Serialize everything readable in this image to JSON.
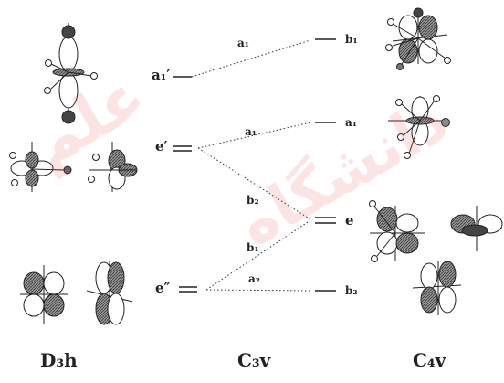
{
  "levels": {
    "d3h": {
      "a1p": "a₁′",
      "ep": "e′",
      "epp": "e″"
    },
    "c2v": {
      "b1_top": "b₁",
      "a1_mid": "a₁",
      "e_mid": "e",
      "b2_bot": "b₂"
    },
    "connectors": {
      "a1_top": "a₁",
      "a1_mid": "a₁",
      "b2": "b₂",
      "b1": "b₁",
      "a2": "a₂"
    }
  },
  "groups": {
    "left": "D₃h",
    "center": "C₃v",
    "right": "C₄v"
  },
  "watermark": {
    "word1": "دانشگاه",
    "word2": "علم"
  },
  "colors": {
    "ink": "#222222",
    "orbital_fill": "#555555",
    "watermark": "#ef3b3b"
  }
}
